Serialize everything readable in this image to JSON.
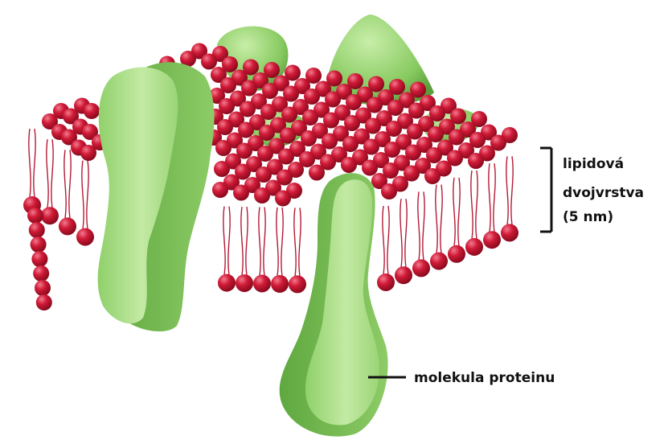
{
  "diagram": {
    "labels": {
      "bilayer_line1": "lipidová",
      "bilayer_line2": "dvojvrstva",
      "bilayer_line3": "(5 nm)",
      "protein": "molekula proteinu"
    },
    "colors": {
      "lipid_head": "#c4102b",
      "lipid_head_highlight": "#f0627a",
      "lipid_tail": "#b51a35",
      "protein": "#b9e49a",
      "protein_dark": "#6fb64c",
      "protein_edge": "#4f8f35",
      "background": "#ffffff"
    }
  }
}
